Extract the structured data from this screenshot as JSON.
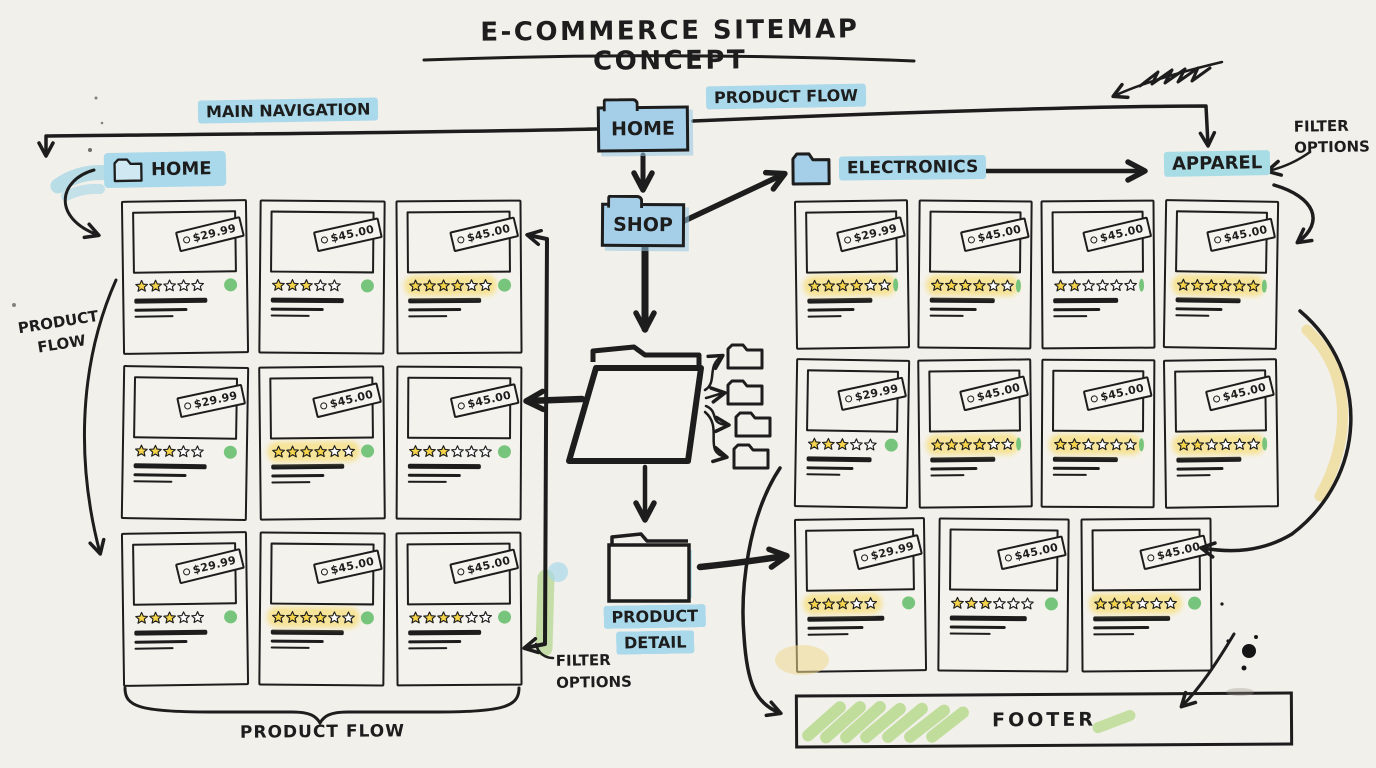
{
  "title": "E-COMMERCE SITEMAP CONCEPT",
  "annotations": {
    "main_navigation": "MAIN NAVIGATION",
    "product_flow_top": "PRODUCT FLOW",
    "product_flow_left": "PRODUCT FLOW",
    "product_flow_bottom": "PRODUCT FLOW",
    "filter_options_top": "FILTER OPTIONS",
    "filter_options_bottom": "FILTER OPTIONS"
  },
  "nodes": {
    "home_root": {
      "label": "HOME"
    },
    "home_section": {
      "label": "HOME"
    },
    "shop": {
      "label": "SHOP"
    },
    "electronics": {
      "label": "ELECTRONICS"
    },
    "apparel": {
      "label": "APPAREL"
    },
    "product_detail": {
      "label": "PRODUCT DETAIL"
    },
    "footer": {
      "label": "FOOTER"
    }
  },
  "colors": {
    "paper": "#f2f0ea",
    "ink": "#1d1d1d",
    "highlight_blue": "#a9d9ea",
    "folder_blue": "#a5cfe9",
    "star_yellow": "#f5d44b",
    "star_glow": "#f6e49b",
    "dot_green": "#77c57c",
    "marker_green": "#b9d98e",
    "smudge_yellow": "#eed98f"
  },
  "left_grid": {
    "rows": [
      [
        {
          "price": "$29.99",
          "stars_filled": 2,
          "stars_total": 5,
          "stars_highlight": false
        },
        {
          "price": "$45.00",
          "stars_filled": 3,
          "stars_total": 5,
          "stars_highlight": false
        },
        {
          "price": "$45.00",
          "stars_filled": 4,
          "stars_total": 6,
          "stars_highlight": true
        }
      ],
      [
        {
          "price": "$29.99",
          "stars_filled": 3,
          "stars_total": 5,
          "stars_highlight": false
        },
        {
          "price": "$45.00",
          "stars_filled": 4,
          "stars_total": 6,
          "stars_highlight": true
        },
        {
          "price": "$45.00",
          "stars_filled": 3,
          "stars_total": 6,
          "stars_highlight": false
        }
      ],
      [
        {
          "price": "$29.99",
          "stars_filled": 3,
          "stars_total": 5,
          "stars_highlight": false
        },
        {
          "price": "$45.00",
          "stars_filled": 4,
          "stars_total": 6,
          "stars_highlight": true
        },
        {
          "price": "$45.00",
          "stars_filled": 4,
          "stars_total": 6,
          "stars_highlight": false
        }
      ]
    ]
  },
  "right_grid": {
    "rows": [
      [
        {
          "price": "$29.99",
          "stars_filled": 4,
          "stars_total": 6,
          "stars_highlight": true
        },
        {
          "price": "$45.00",
          "stars_filled": 4,
          "stars_total": 6,
          "stars_highlight": true
        },
        {
          "price": "$45.00",
          "stars_filled": 2,
          "stars_total": 6,
          "stars_highlight": false
        },
        {
          "price": "$45.00",
          "stars_filled": 6,
          "stars_total": 6,
          "stars_highlight": true
        }
      ],
      [
        {
          "price": "$29.99",
          "stars_filled": 3,
          "stars_total": 5,
          "stars_highlight": false
        },
        {
          "price": "$45.00",
          "stars_filled": 4,
          "stars_total": 6,
          "stars_highlight": true
        },
        {
          "price": "$45.00",
          "stars_filled": 2,
          "stars_total": 6,
          "stars_highlight": true
        },
        {
          "price": "$45.00",
          "stars_filled": 2,
          "stars_total": 6,
          "stars_highlight": true
        }
      ],
      [
        {
          "price": "$29.99",
          "stars_filled": 3,
          "stars_total": 5,
          "stars_highlight": true
        },
        {
          "price": "$45.00",
          "stars_filled": 3,
          "stars_total": 6,
          "stars_highlight": false
        },
        {
          "price": "$45.00",
          "stars_filled": 3,
          "stars_total": 6,
          "stars_highlight": true
        }
      ]
    ]
  }
}
